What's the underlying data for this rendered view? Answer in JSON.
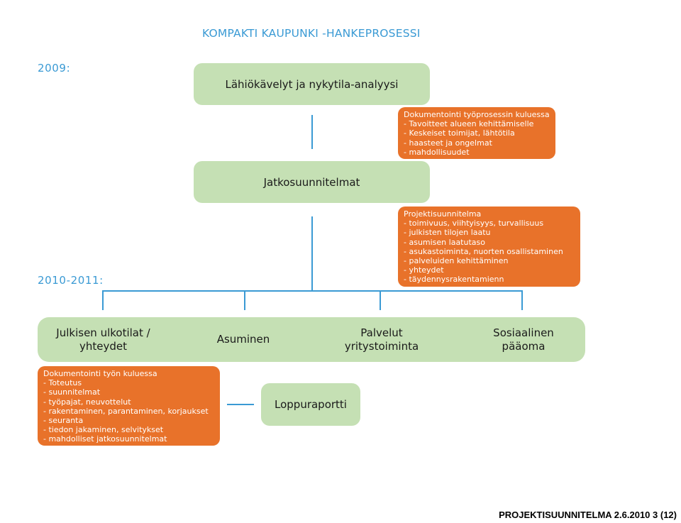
{
  "title": "KOMPAKTI KAUPUNKI -HANKEPROSESSI",
  "year_2009": "2009:",
  "year_2010_2011": "2010-2011:",
  "box1": "Lähiökävelyt ja nykytila-analyysi",
  "box2": "Jatkosuunnitelmat",
  "note1": {
    "lines": [
      "Dokumentointi työprosessin kuluessa",
      "- Tavoitteet alueen kehittämiselle",
      "- Keskeiset toimijat, lähtötila",
      "- haasteet ja ongelmat",
      "- mahdollisuudet"
    ]
  },
  "note2": {
    "lines": [
      "Projektisuunnitelma",
      "- toimivuus, viihtyisyys, turvallisuus",
      "- julkisten tilojen laatu",
      "- asumisen laatutaso",
      "- asukastoiminta, nuorten osallistaminen",
      "- palveluiden kehittäminen",
      "- yhteydet",
      "- täydennysrakentamienn"
    ]
  },
  "themes": [
    "Julkisen ulkotilat /\nyhteydet",
    "Asuminen",
    "Palvelut\nyritystoiminta",
    "Sosiaalinen\npääoma"
  ],
  "note3": {
    "lines": [
      "Dokumentointi työn kuluessa",
      "- Toteutus",
      "- suunnitelmat",
      "- työpajat, neuvottelut",
      "- rakentaminen, parantaminen, korjaukset",
      "- seuranta",
      "- tiedon jakaminen, selvitykset",
      "- mahdolliset jatkosuunnitelmat"
    ]
  },
  "final_box": "Loppuraportti",
  "footer": "PROJEKTISUUNNITELMA 2.6.2010  3 (12)",
  "colors": {
    "accent_blue": "#3a9ad4",
    "box_green": "#c5e0b4",
    "note_orange": "#e8722a"
  }
}
